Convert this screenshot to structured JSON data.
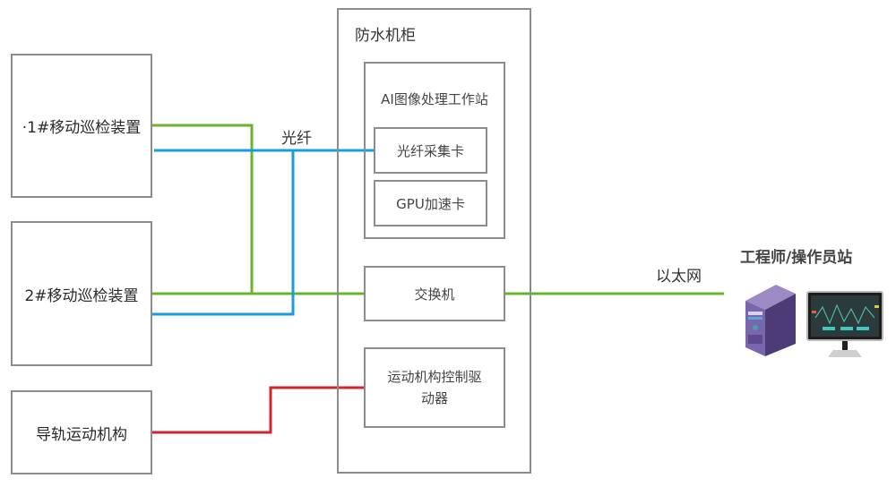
{
  "devices": {
    "patrol_1": "·1#移动巡检装置",
    "patrol_2": "2#移动巡检装置",
    "rail_mechanism": "导轨运动机构"
  },
  "cabinet": {
    "title": "防水机柜",
    "ai_workstation": {
      "title": "AI图像处理工作站",
      "fiber_card": "光纤采集卡",
      "gpu_card": "GPU加速卡"
    },
    "switch": "交换机",
    "motion_driver": "运动机构控制驱动器"
  },
  "links": {
    "fiber_label": "光纤",
    "ethernet_label": "以太网"
  },
  "station": {
    "title": "工程师/操作员站",
    "icons": [
      "server-tower-icon",
      "monitor-icon"
    ]
  },
  "colors": {
    "ethernet": "#6ab42d",
    "fiber": "#1a9ae0",
    "control": "#d0262d",
    "border": "#8c8c8c"
  }
}
